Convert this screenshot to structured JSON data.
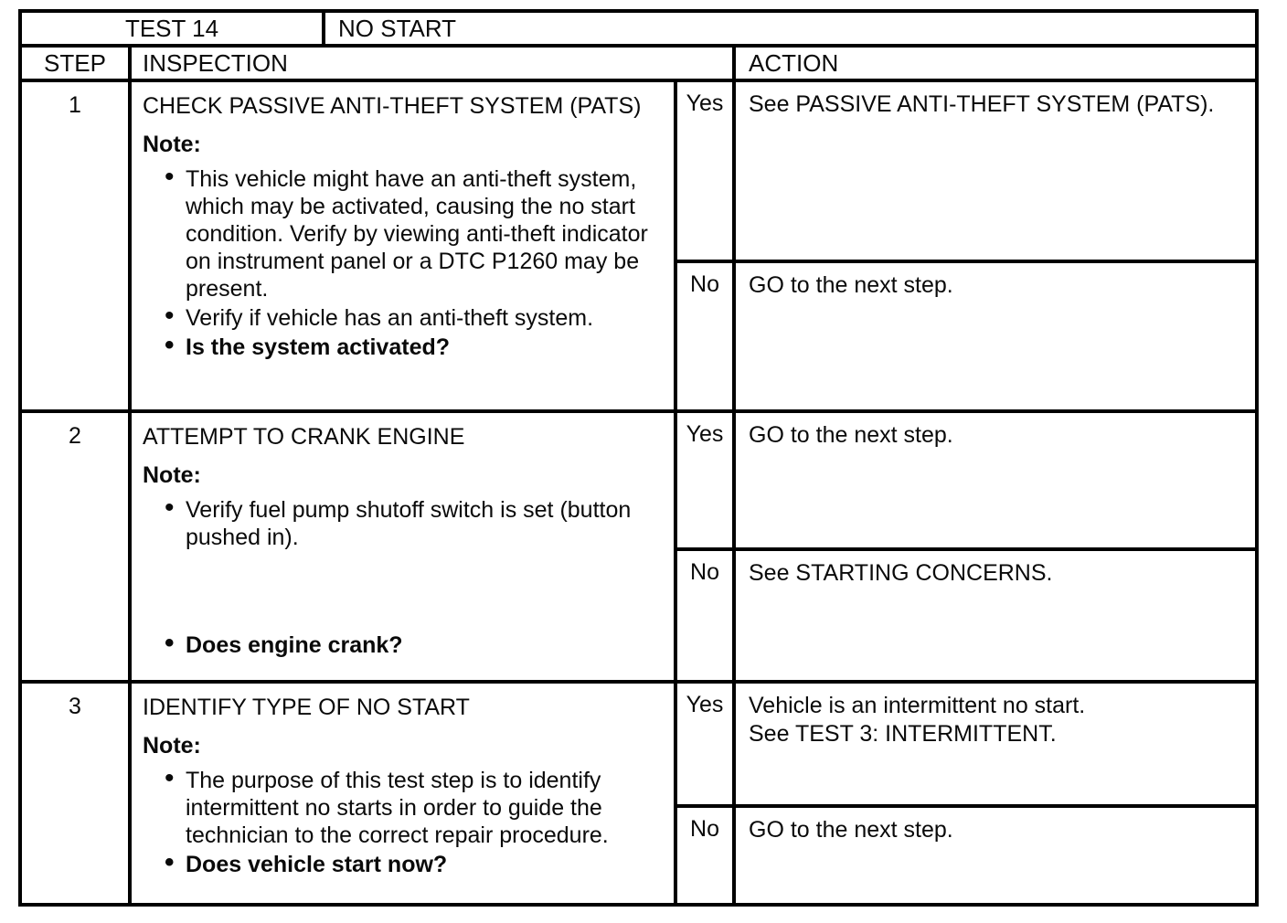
{
  "document": {
    "test_id": "TEST 14",
    "test_title": "NO START",
    "columns": {
      "step": "STEP",
      "inspection": "INSPECTION",
      "action": "ACTION"
    },
    "steps": [
      {
        "number": "1",
        "title": "CHECK PASSIVE ANTI-THEFT SYSTEM (PATS)",
        "note": "Note:",
        "bullets": [
          {
            "bold": false,
            "text": "This vehicle might have an anti-theft system, which may be activated, causing the no start condition. Verify by viewing anti-theft indicator on instrument panel or a DTC P1260 may be present."
          },
          {
            "bold": false,
            "text": "Verify if vehicle has an anti-theft system."
          },
          {
            "bold": true,
            "text": "Is the system activated?"
          }
        ],
        "yes": {
          "label": "Yes",
          "action": "See PASSIVE ANTI-THEFT SYSTEM (PATS)."
        },
        "no": {
          "label": "No",
          "action": "GO to the next step."
        }
      },
      {
        "number": "2",
        "title": "ATTEMPT TO CRANK ENGINE",
        "note": "Note:",
        "bullets": [
          {
            "bold": false,
            "text": "Verify fuel pump shutoff switch is set (button pushed in)."
          },
          {
            "bold": true,
            "text": "Does engine crank?"
          }
        ],
        "yes": {
          "label": "Yes",
          "action": "GO to the next step."
        },
        "no": {
          "label": "No",
          "action": "See STARTING CONCERNS."
        }
      },
      {
        "number": "3",
        "title": "IDENTIFY TYPE OF NO START",
        "note": "Note:",
        "bullets": [
          {
            "bold": false,
            "text": "The purpose of this test step is to identify intermittent no starts in order to guide the technician to the correct repair procedure."
          },
          {
            "bold": true,
            "text": "Does vehicle start now?"
          }
        ],
        "yes": {
          "label": "Yes",
          "action": "Vehicle is an intermittent no start.\nSee TEST 3: INTERMITTENT."
        },
        "no": {
          "label": "No",
          "action": "GO to the next step."
        }
      }
    ]
  }
}
